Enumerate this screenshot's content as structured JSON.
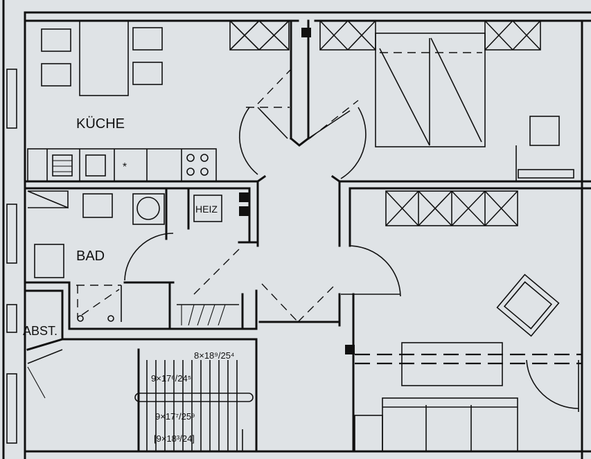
{
  "rooms": {
    "kitchen": "KÜCHE",
    "bath": "BAD",
    "storage": "ABST.",
    "heating": "HEIZ"
  },
  "stairs": {
    "flight_top": "8×18⁹/25⁴",
    "flight_mid_upper": "9×17⁶/24⁵",
    "flight_mid_lower": "9×17⁷/25⁹",
    "flight_bottom": "[9×18³/24]"
  },
  "colors": {
    "paper": "#dfe3e6",
    "ink": "#111111"
  }
}
